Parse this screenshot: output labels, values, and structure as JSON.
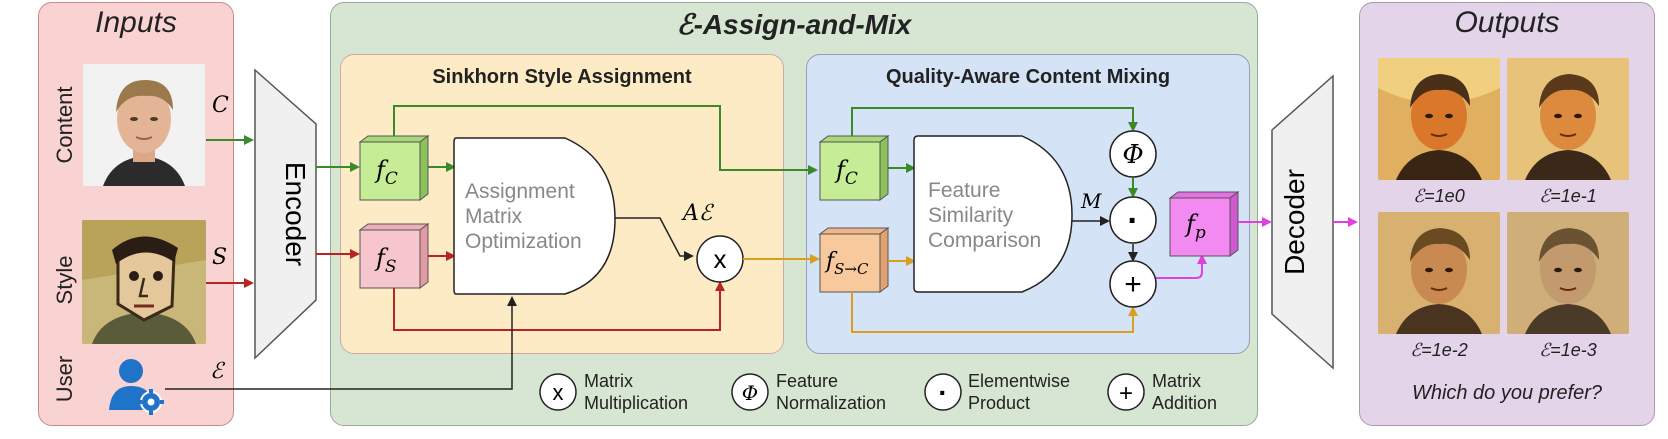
{
  "panels": {
    "inputs_title": "Inputs",
    "main_title": "ℰ-Assign-and-Mix",
    "outputs_title": "Outputs",
    "sinkhorn_title": "Sinkhorn Style Assignment",
    "mixing_title": "Quality-Aware Content Mixing"
  },
  "inputs": {
    "content_label": "Content",
    "style_label": "Style",
    "user_label": "User",
    "content_symbol": "C",
    "style_symbol": "S",
    "epsilon_symbol": "ℰ"
  },
  "blocks": {
    "encoder": "Encoder",
    "decoder": "Decoder",
    "assignment": [
      "Assignment",
      "Matrix",
      "Optimization"
    ],
    "similarity": [
      "Feature",
      "Similarity",
      "Comparison"
    ],
    "fc_base": "f",
    "fc_sub": "C",
    "fs_base": "f",
    "fs_sub": "S",
    "fsc_base": "f",
    "fsc_sub": "S→C",
    "fp_base": "f",
    "fp_sub": "p",
    "a_eps": "Aℰ",
    "m_label": "M"
  },
  "operators": {
    "matmul": "x",
    "phi": "Φ",
    "dot": "·",
    "plus": "+"
  },
  "legend": [
    {
      "symbol": "x",
      "line1": "Matrix",
      "line2": "Multiplication"
    },
    {
      "symbol": "Φ",
      "line1": "Feature",
      "line2": "Normalization"
    },
    {
      "symbol": "·",
      "line1": "Elementwise",
      "line2": "Product"
    },
    {
      "symbol": "+",
      "line1": "Matrix",
      "line2": "Addition"
    }
  ],
  "outputs": {
    "labels": [
      "ℰ=1e0",
      "ℰ=1e-1",
      "ℰ=1e-2",
      "ℰ=1e-3"
    ],
    "prompt": "Which do you prefer?"
  },
  "colors": {
    "content_arrow": "#3a8a2a",
    "style_arrow": "#b82424",
    "mix_arrow": "#d8a020",
    "output_arrow": "#e040e0",
    "fc_fill": "#c6ec96",
    "fs_fill": "#f7c6cc",
    "fsc_fill": "#f7c99c",
    "fp_fill": "#f28af2"
  }
}
